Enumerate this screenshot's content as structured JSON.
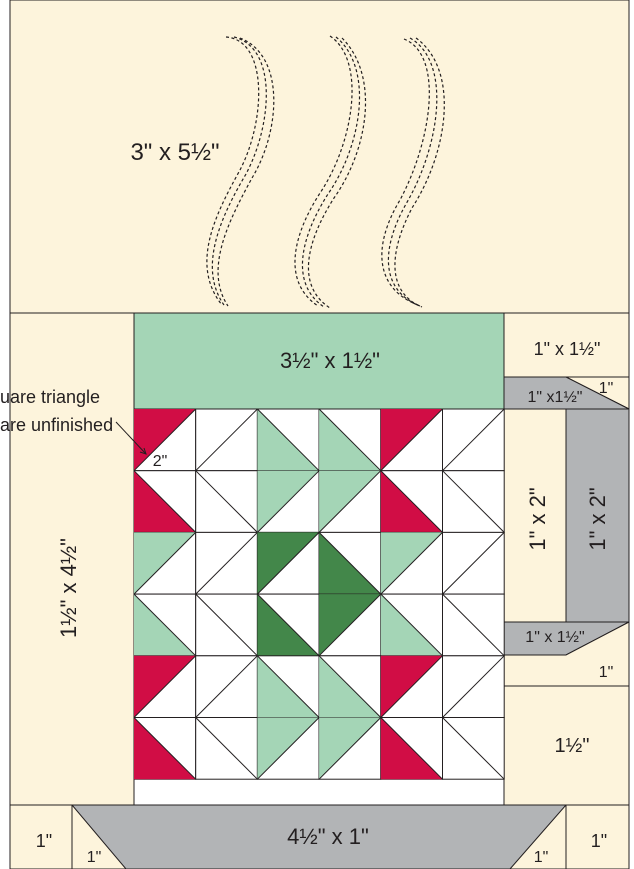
{
  "colors": {
    "background_fabric": "#fdf4dc",
    "light_green": "#a4d5b6",
    "dark_green": "#43874a",
    "red": "#d10d45",
    "white": "#ffffff",
    "gray": "#b2b4b6",
    "outline": "#231f20",
    "text": "#231f20"
  },
  "labels": {
    "top_panel": "3\" x 5½\"",
    "cup_rim": "3½\" x 1½\"",
    "left_strip": "1½\" x 4½\"",
    "right_top_block": "1\" x 1½\"",
    "handle_top_corner": "1\"",
    "handle_top": "1\" x1½\"",
    "handle_inner": "1\" x 2\"",
    "handle_side": "1\" x 2\"",
    "handle_bottom": "1\" x 1½\"",
    "handle_bottom_corner": "1\"",
    "right_bottom_block": "1½\"",
    "saucer": "4½\" x 1\"",
    "bottom_left_block": "1\"",
    "saucer_left_corner": "1\"",
    "saucer_right_corner": "1\"",
    "bottom_right_block": "1\"",
    "hst_size": "2\"",
    "note_line1": "uare triangle",
    "note_line2": "are unfinished"
  },
  "quilt_grid": {
    "rows": [
      [
        "R-1",
        "W-1",
        "G-0",
        "G-0",
        "R-1",
        "W-1"
      ],
      [
        "R-0",
        "W-0",
        "G-1",
        "G-1",
        "R-0",
        "W-0"
      ],
      [
        "G-1",
        "W-1",
        "D-1",
        "D-0",
        "G-1",
        "W-1"
      ],
      [
        "G-0",
        "W-0",
        "D-0",
        "D-1",
        "G-0",
        "W-0"
      ],
      [
        "R-1",
        "W-1",
        "G-0",
        "G-0",
        "R-1",
        "W-1"
      ],
      [
        "R-0",
        "W-0",
        "G-1",
        "G-1",
        "R-0",
        "W-0"
      ]
    ]
  }
}
